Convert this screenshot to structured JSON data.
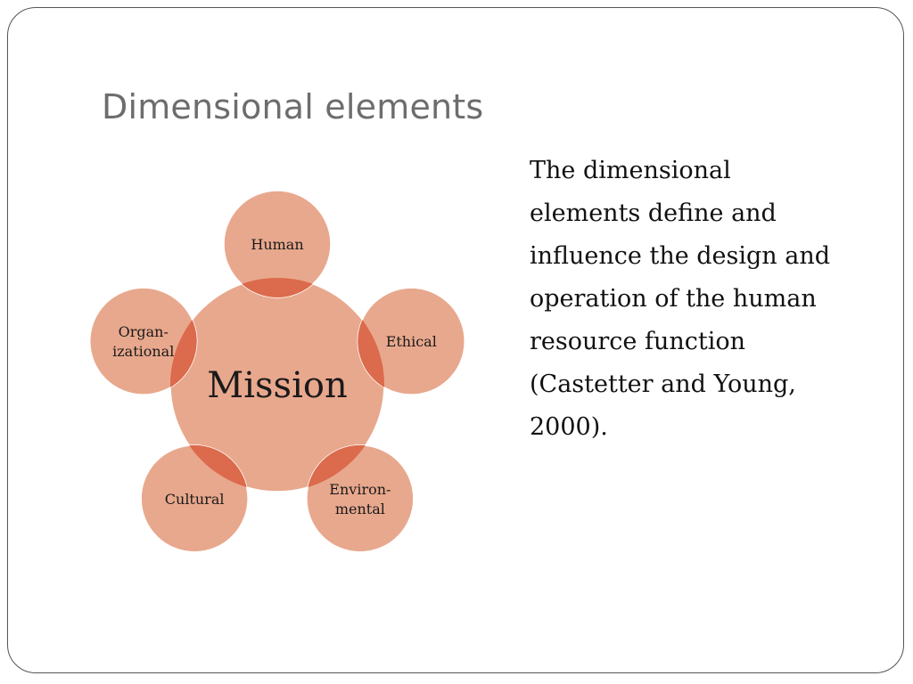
{
  "slide": {
    "title": "Dimensional elements",
    "body_lines": [
      "The dimensional",
      "elements define and",
      "influence the design and",
      "operation of the human",
      "resource function",
      "(Castetter and Young,",
      "2000)."
    ]
  },
  "diagram": {
    "center": {
      "label": "Mission"
    },
    "nodes": [
      {
        "label_lines": [
          "Human"
        ]
      },
      {
        "label_lines": [
          "Ethical"
        ]
      },
      {
        "label_lines": [
          "Environ-",
          "mental"
        ]
      },
      {
        "label_lines": [
          "Cultural"
        ]
      },
      {
        "label_lines": [
          "Organ-",
          "izational"
        ]
      }
    ],
    "colors": {
      "circle_fill": "#e8a88d",
      "overlap_fill": "#dc6a4c",
      "circle_stroke": "#ffffff"
    }
  }
}
